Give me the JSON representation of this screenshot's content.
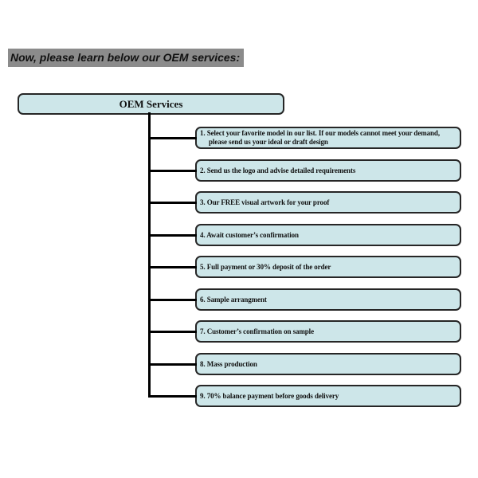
{
  "page": {
    "heading": "Now, please learn below our OEM services:"
  },
  "diagram": {
    "root_label": "OEM Services",
    "steps": [
      {
        "label": "1. Select your favorite model in our list. If our models cannot meet your demand,\nplease send us your ideal or draft design"
      },
      {
        "label": "2. Send us the logo and advise detailed requirements"
      },
      {
        "label": "3. Our FREE visual artwork for your proof"
      },
      {
        "label": "4. Await customer’s confirmation"
      },
      {
        "label": "5. Full payment or 30% deposit of the order"
      },
      {
        "label": "6. Sample arrangment"
      },
      {
        "label": "7. Customer’s confirmation on sample"
      },
      {
        "label": "8. Mass production"
      },
      {
        "label": "9. 70% balance payment before goods delivery"
      }
    ]
  },
  "colors": {
    "box_fill": "#cde6e9",
    "box_border": "#262626",
    "heading_bg": "#8b8b8b",
    "line_color": "#000000",
    "text_color": "#111111"
  }
}
